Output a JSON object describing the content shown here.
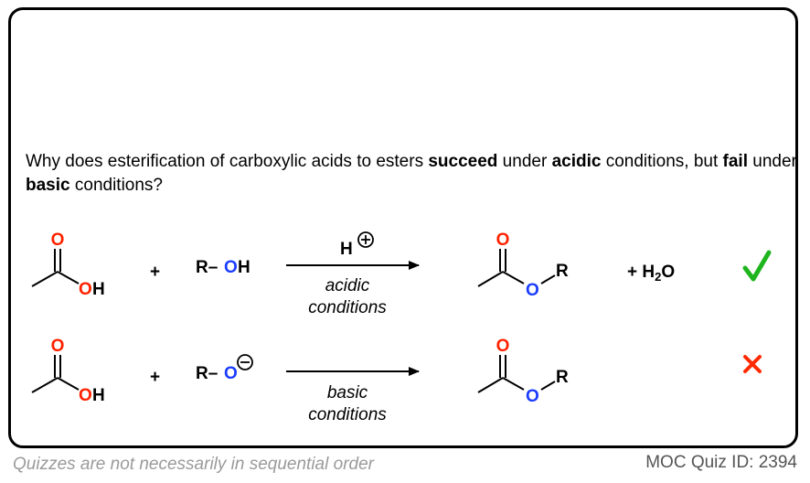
{
  "question": {
    "p1": "Why does esterification of carboxylic acids to esters ",
    "b1": "succeed",
    "p2": " under ",
    "b2": "acidic",
    "p3": " conditions, but ",
    "b3": "fail",
    "p4": " under ",
    "b4": "basic",
    "p5": " conditions?"
  },
  "atoms": {
    "O": "O",
    "H": "H",
    "R": "R",
    "R_dash": "R–",
    "plus": "+",
    "plus_water_prefix": "+ H",
    "water_sub": "2",
    "water_suffix": "O"
  },
  "reaction1": {
    "reagent_top": "H",
    "line1": "acidic",
    "line2": "conditions",
    "result_mark": "✓"
  },
  "reaction2": {
    "line1": "basic",
    "line2": "conditions",
    "result_mark": "✕"
  },
  "colors": {
    "oxygen_red": "#ff2200",
    "oxygen_blue": "#1a3cff",
    "check_green": "#1fb51f",
    "cross_red": "#ff2a00"
  },
  "footer": {
    "left": "Quizzes are not necessarily in sequential order",
    "right": "MOC Quiz ID: 2394"
  }
}
